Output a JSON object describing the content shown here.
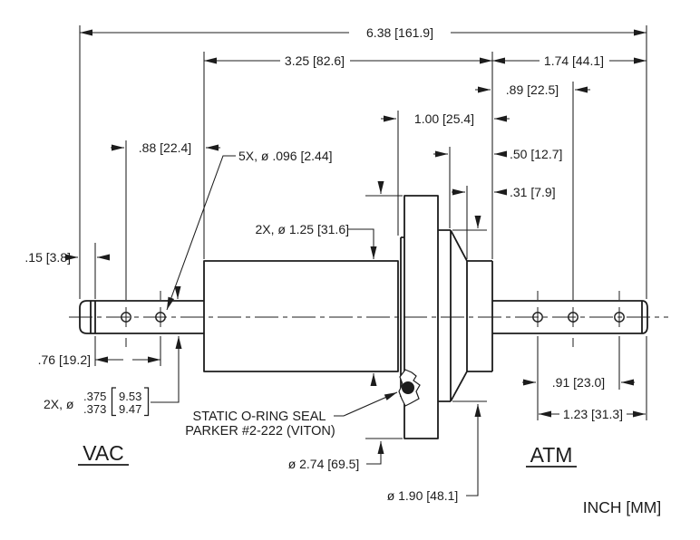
{
  "drawing": {
    "side_vac": "VAC",
    "side_atm": "ATM",
    "units_note": "INCH [MM]",
    "dims": {
      "overall_length": "6.38 [161.9]",
      "vac_section_length": "3.25 [82.6]",
      "atm_section_length": "1.74 [44.1]",
      "shoulder_to_hole": ".89 [22.5]",
      "face_to_shoulder": "1.00 [25.4]",
      "hub_length": ".50 [12.7]",
      "neck_length": ".31 [7.9]",
      "hole_to_body_face": ".88 [22.4]",
      "end_groove_width": ".15 [3.8]",
      "groove_to_hole": ".76 [19.2]",
      "hole_spacing": ".91 [23.0]",
      "hole_to_shaft_end": "1.23 [31.3]"
    },
    "callouts": {
      "cross_holes": "5X, ø .096 [2.44]",
      "body_diameter": "2X, ø 1.25 [31.6]",
      "flange_diameter": "ø 2.74 [69.5]",
      "hub_diameter": "ø 1.90 [48.1]",
      "oring_line1": "STATIC O-RING SEAL",
      "oring_line2": "PARKER #2-222 (VITON)",
      "shaft_diameter_prefix": "2X, ø",
      "shaft_diameter_inch_high": ".375",
      "shaft_diameter_inch_low": ".373",
      "shaft_diameter_mm_high": "9.53",
      "shaft_diameter_mm_low": "9.47"
    },
    "colors": {
      "line": "#1c1c1c",
      "background": "#ffffff"
    }
  }
}
